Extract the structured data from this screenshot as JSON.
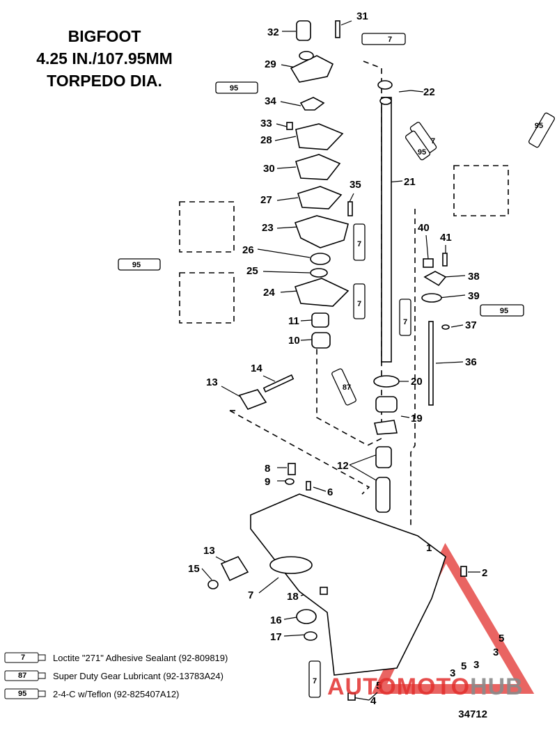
{
  "title": {
    "line1": "BIGFOOT",
    "line2": "4.25 IN./107.95MM",
    "line3": "TORPEDO DIA."
  },
  "callouts": [
    "1",
    "2",
    "3",
    "3",
    "3",
    "4",
    "5",
    "5",
    "5",
    "6",
    "7",
    "8",
    "9",
    "10",
    "11",
    "12",
    "13",
    "13",
    "14",
    "15",
    "16",
    "17",
    "18",
    "19",
    "20",
    "21",
    "22",
    "23",
    "24",
    "25",
    "26",
    "27",
    "28",
    "29",
    "30",
    "31",
    "32",
    "33",
    "34",
    "35",
    "36",
    "37",
    "38",
    "39",
    "40",
    "41"
  ],
  "tube_labels": [
    "7",
    "95",
    "95",
    "7",
    "95",
    "95",
    "7",
    "7",
    "7",
    "95",
    "87",
    "7"
  ],
  "legend": [
    {
      "code": "7",
      "text": "Loctite \"271\" Adhesive Sealant (92-809819)"
    },
    {
      "code": "87",
      "text": "Super Duty Gear Lubricant (92-13783A24)"
    },
    {
      "code": "95",
      "text": "2-4-C w/Teflon (92-825407A12)"
    }
  ],
  "reference_number": "34712",
  "watermark": {
    "part1": "AUTOMOTO",
    "part2": "HUB",
    "color_red": "#e2302e",
    "color_grey": "#8a8a8a"
  }
}
